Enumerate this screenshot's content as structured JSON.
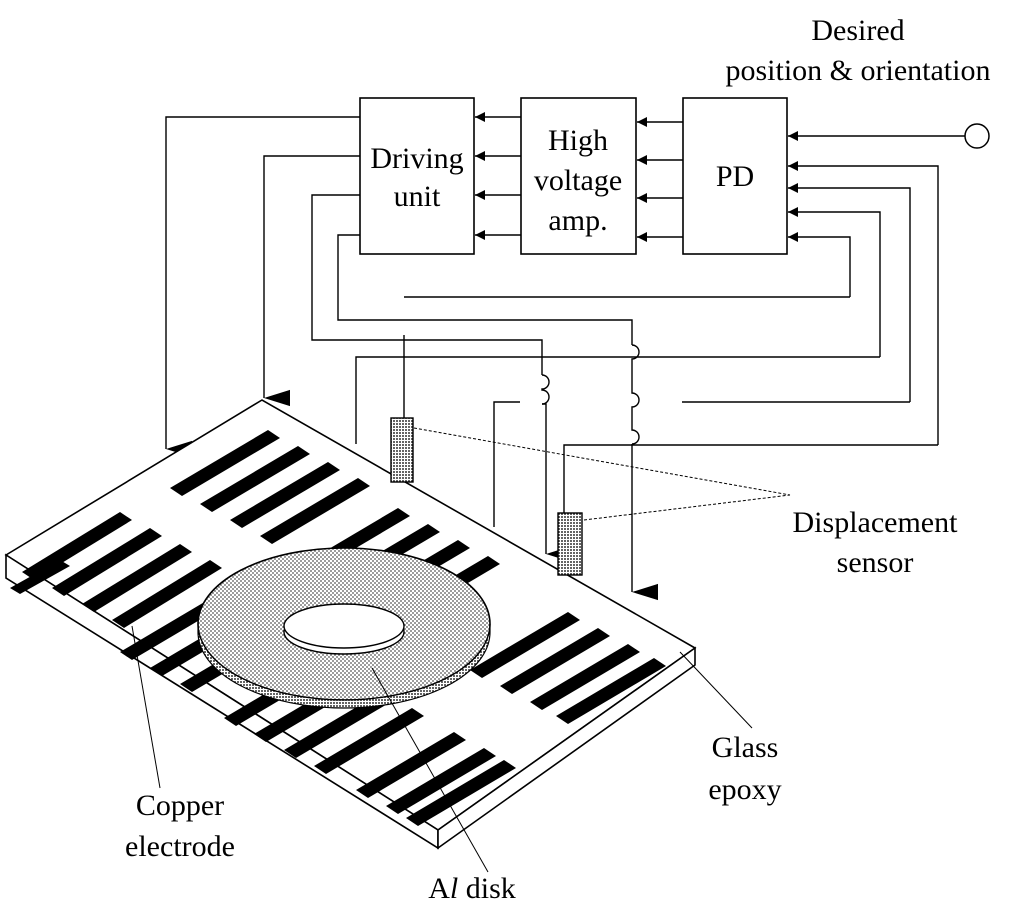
{
  "labels": {
    "desired_line1": "Desired",
    "desired_line2": "position & orientation",
    "pd": "PD",
    "hv_line1": "High",
    "hv_line2": "voltage",
    "hv_line3": "amp.",
    "drive_line1": "Driving",
    "drive_line2": "unit",
    "disp_line1": "Displacement",
    "disp_line2": "sensor",
    "glass_line1": "Glass",
    "glass_line2": "epoxy",
    "copper_line1": "Copper",
    "copper_line2": "electrode",
    "al_prefix": "A",
    "al_italic": "l",
    "al_suffix": " disk"
  }
}
